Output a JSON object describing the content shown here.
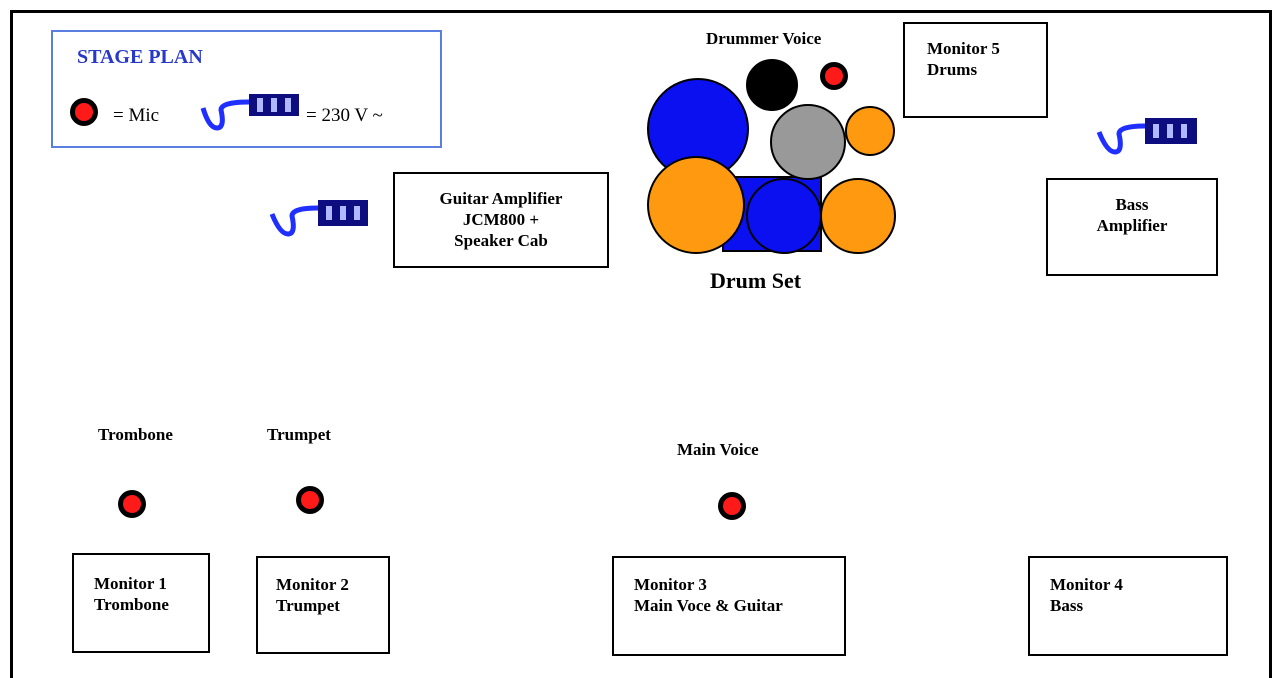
{
  "legend": {
    "title": "STAGE PLAN",
    "mic_text": "= Mic",
    "power_text": "= 230  V ~"
  },
  "labels": {
    "drummer_voice": "Drummer Voice",
    "drum_set": "Drum Set",
    "trombone": "Trombone",
    "trumpet": "Trumpet",
    "main_voice": "Main Voice"
  },
  "boxes": {
    "guitar_amp": [
      "Guitar Amplifier",
      "JCM800 +",
      "Speaker Cab"
    ],
    "bass_amp": [
      "Bass",
      "Amplifier"
    ],
    "monitor5": [
      "Monitor 5",
      "Drums"
    ],
    "monitor1": [
      "Monitor 1",
      "Trombone"
    ],
    "monitor2": [
      "Monitor 2",
      "Trumpet"
    ],
    "monitor3": [
      "Monitor 3",
      "Main Voce & Guitar"
    ],
    "monitor4": [
      "Monitor 4",
      "Bass"
    ]
  },
  "colors": {
    "mic": "#ff1a1a",
    "legend_title": "#2838c8",
    "legend_border": "#5b7fe0",
    "power_strip": "#0d0d80",
    "cable": "#1f2fff",
    "drum_blue": "#0a10f0",
    "drum_orange": "#ff9a10",
    "drum_gray": "#999999",
    "drum_black": "#000000"
  },
  "icons": {
    "mic": "red-dot-mic-icon",
    "power": "power-strip-icon"
  }
}
